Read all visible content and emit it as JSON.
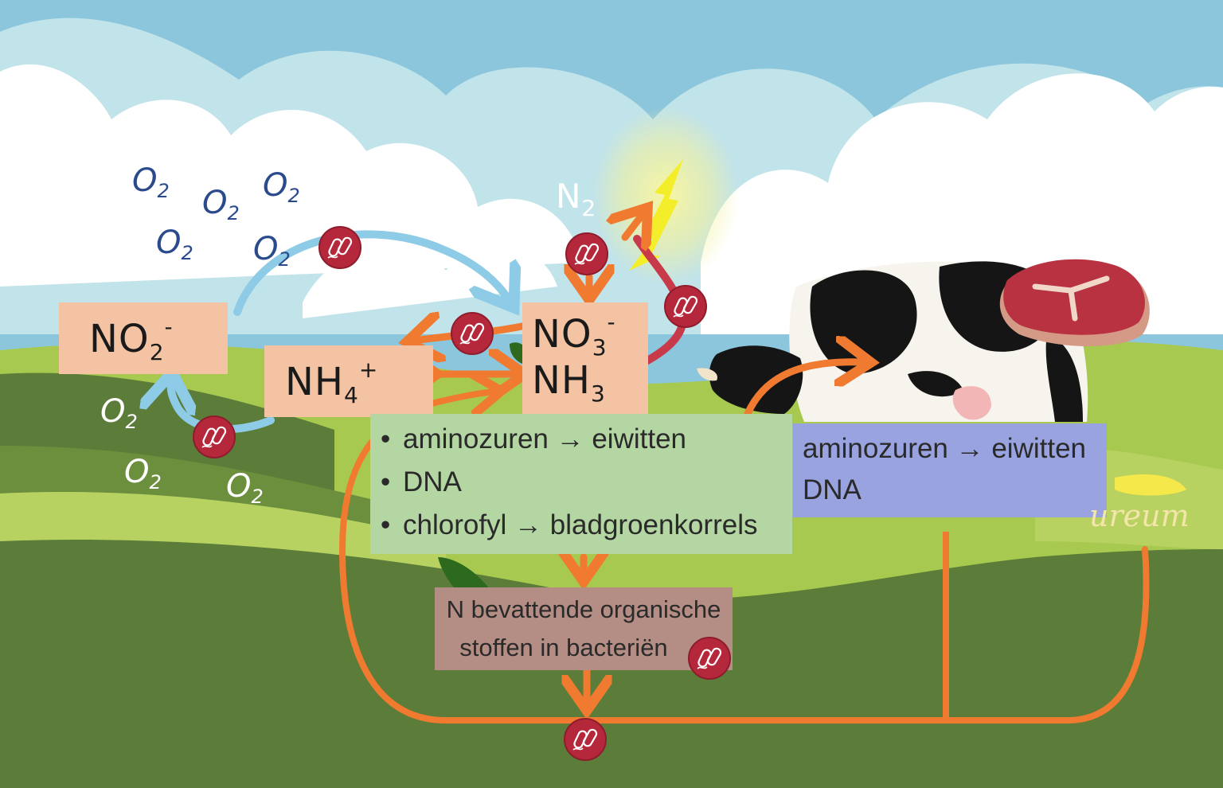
{
  "nodes": {
    "no2": {
      "base": "NO",
      "sub": "2",
      "sup": "-"
    },
    "no3": {
      "base": "NO",
      "sub": "3",
      "sup": "-"
    },
    "nh4": {
      "base": "NH",
      "sub": "4",
      "sup": "+"
    },
    "nh3": {
      "base": "NH",
      "sub": "3"
    },
    "n2": {
      "base": "N",
      "sub": "2"
    }
  },
  "oxygen": {
    "base": "O",
    "sub": "2"
  },
  "plant_box": {
    "items": [
      "aminozuren → eiwitten",
      "DNA",
      "chlorofyl → bladgroenkorrels"
    ]
  },
  "animal_box": {
    "lines": [
      "aminozuren → eiwitten",
      "DNA"
    ]
  },
  "bacteria_box": {
    "lines": [
      "N bevattende organische",
      "stoffen in bacteriën"
    ]
  },
  "ureum_label": "ureum",
  "colors": {
    "sky": "#8cc6dc",
    "cloud": "#ffffff",
    "grass_light": "#a7c94f",
    "grass_dark": "#5b7d39",
    "salmon_box": "#f3c3a3",
    "plant_box": "#b4d6a2",
    "animal_box": "#98a3e0",
    "bacteria_box": "#b48e84",
    "orange_arrow": "#f07a30",
    "blue_arrow": "#8dcbe6",
    "red_arrow": "#c83a4a",
    "lightning": "#f4ee2a",
    "bacteria": "#b5283c"
  }
}
